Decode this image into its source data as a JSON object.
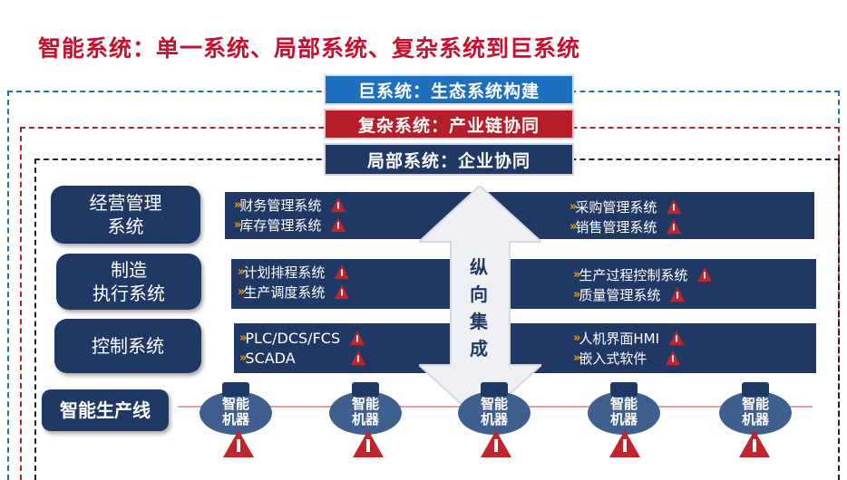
{
  "title": "智能系统：单一系统、局部系统、复杂系统到巨系统",
  "tiers": {
    "mega": "巨系统：生态系统构建",
    "complex": "复杂系统：产业链协同",
    "local": "局部系统：企业协同"
  },
  "layers": [
    {
      "label_line1": "经营管理",
      "label_line2": "系统",
      "left_items": [
        "财务管理系统",
        "库存管理系统"
      ],
      "right_items": [
        "采购管理系统",
        "销售管理系统"
      ]
    },
    {
      "label_line1": "制造",
      "label_line2": "执行系统",
      "left_items": [
        "计划排程系统",
        "生产调度系统"
      ],
      "right_items": [
        "生产过程控制系统",
        "质量管理系统"
      ]
    },
    {
      "label_line1": "控制系统",
      "label_line2": "",
      "left_items": [
        "PLC/DCS/FCS",
        "SCADA"
      ],
      "right_items": [
        "人机界面HMI",
        "嵌入式软件"
      ]
    }
  ],
  "vertical_integration": [
    "纵",
    "向",
    "集",
    "成"
  ],
  "production_line": {
    "label": "智能生产线",
    "machine_line1": "智能",
    "machine_line2": "机器"
  },
  "colors": {
    "title_red": "#c8102e",
    "navy": "#1f3864",
    "blue": "#1f6fbf",
    "red": "#b71d28",
    "accent_orange": "#f0a000"
  },
  "icons": [
    "chevron-right-icon",
    "warning-icon",
    "hazard-icon"
  ]
}
